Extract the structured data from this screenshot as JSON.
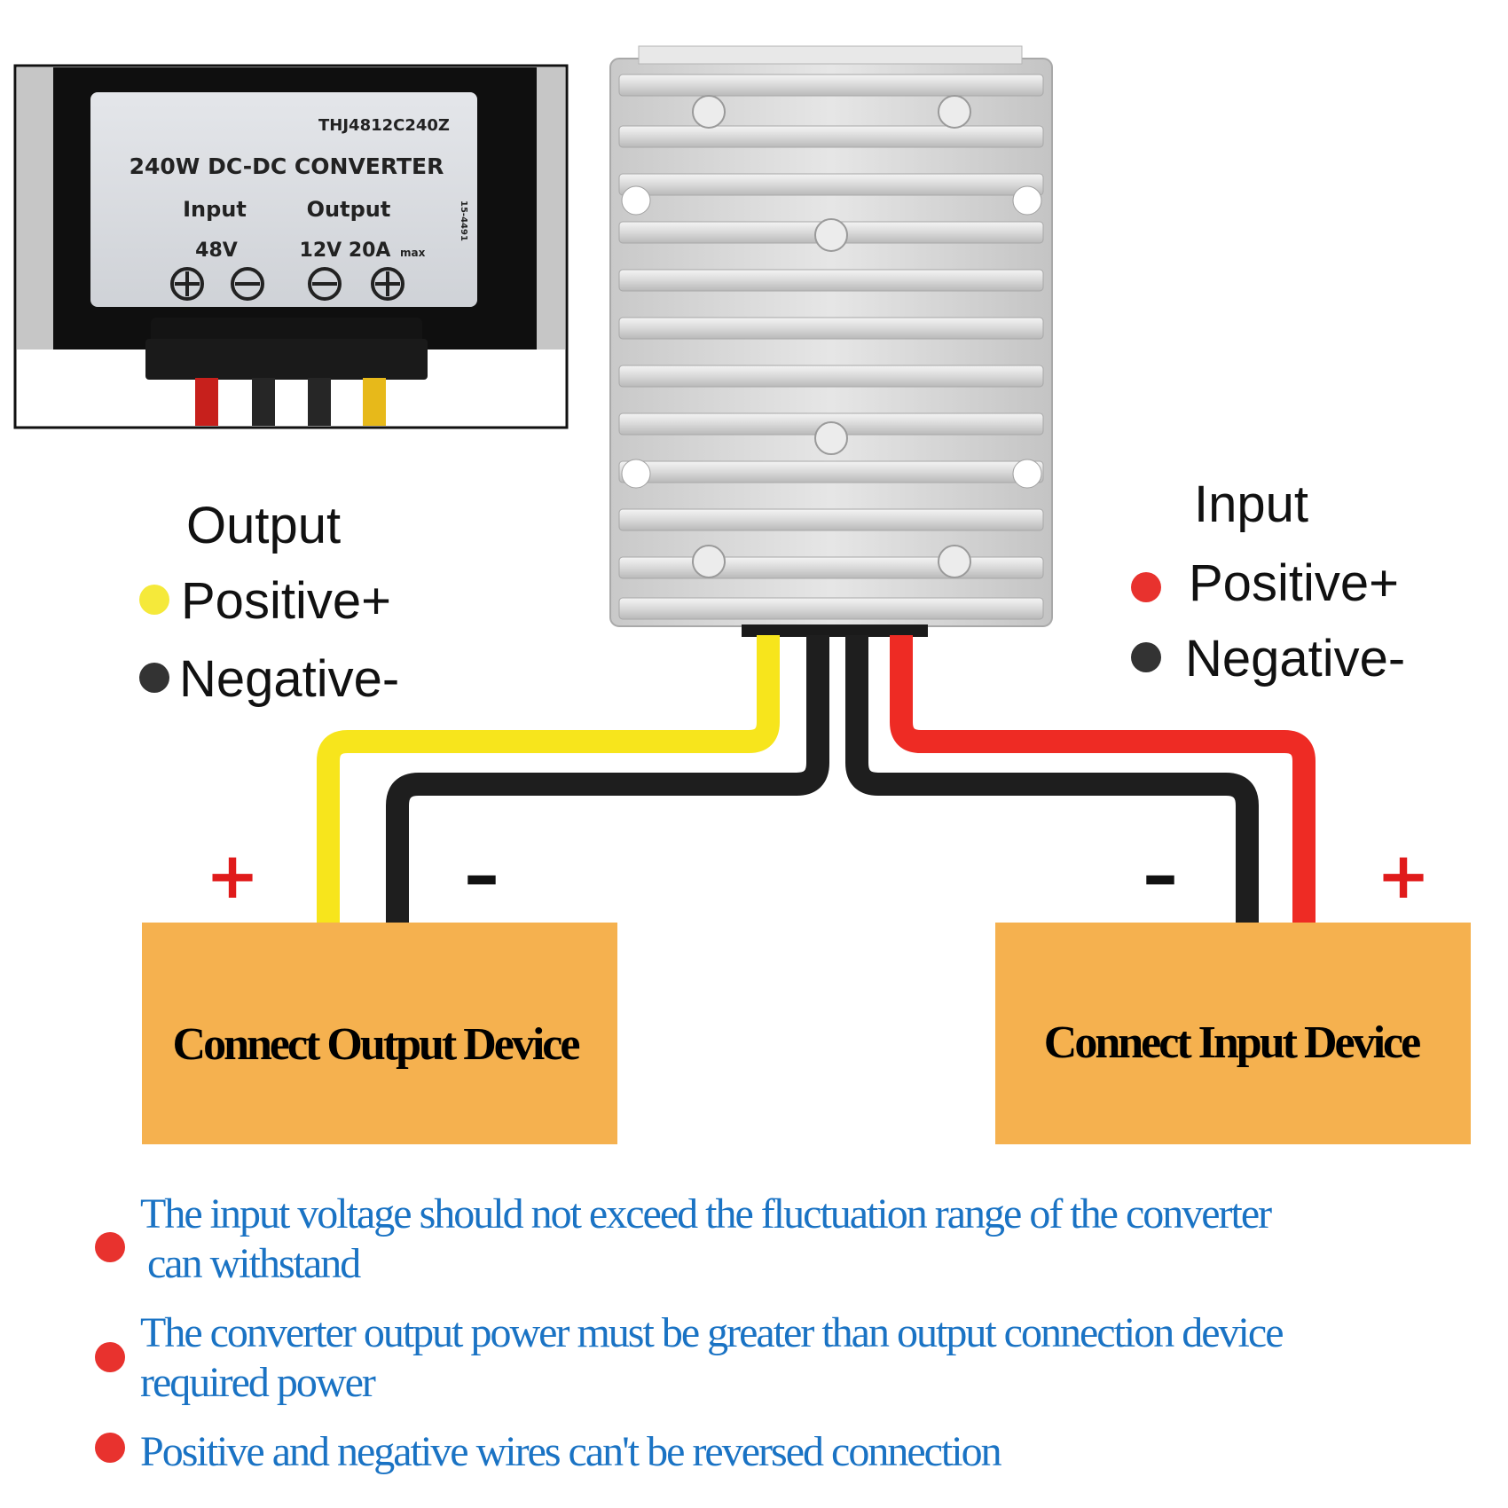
{
  "inset": {
    "model": "THJ4812C240Z",
    "title": "240W DC-DC CONVERTER",
    "input_label": "Input",
    "output_label": "Output",
    "input_value": "48V",
    "output_value": "12V 20A",
    "output_suffix": "max",
    "side_code": "15-4491",
    "terminals": [
      "plus",
      "minus",
      "minus",
      "plus"
    ]
  },
  "output_legend": {
    "heading": "Output",
    "positive": "Positive+",
    "negative": "Negative-",
    "positive_color": "#f5e93a",
    "negative_color": "#333333"
  },
  "input_legend": {
    "heading": "Input",
    "positive": "Positive+",
    "negative": "Negative-",
    "positive_color": "#e8322e",
    "negative_color": "#333333"
  },
  "wires": {
    "yellow": "#f7e51c",
    "black": "#1e1e1e",
    "red": "#ee2b24"
  },
  "output_device": {
    "label": "Connect Output Device",
    "plus": "+",
    "minus": "–",
    "color": "#f5b14f"
  },
  "input_device": {
    "label": "Connect Input Device",
    "plus": "+",
    "minus": "–",
    "color": "#f5b14f"
  },
  "sign_color": "#e01b1b",
  "notes": {
    "bullet_color": "#e8322e",
    "items": [
      {
        "line1": "The input voltage  should not exceed the fluctuation range of the converter",
        "line2": "can withstand"
      },
      {
        "line1": "The converter output power must be  greater than output connection device",
        "line2": "required power"
      },
      {
        "line1": "Positive and negative wires can't be  reversed connection",
        "line2": ""
      }
    ]
  }
}
